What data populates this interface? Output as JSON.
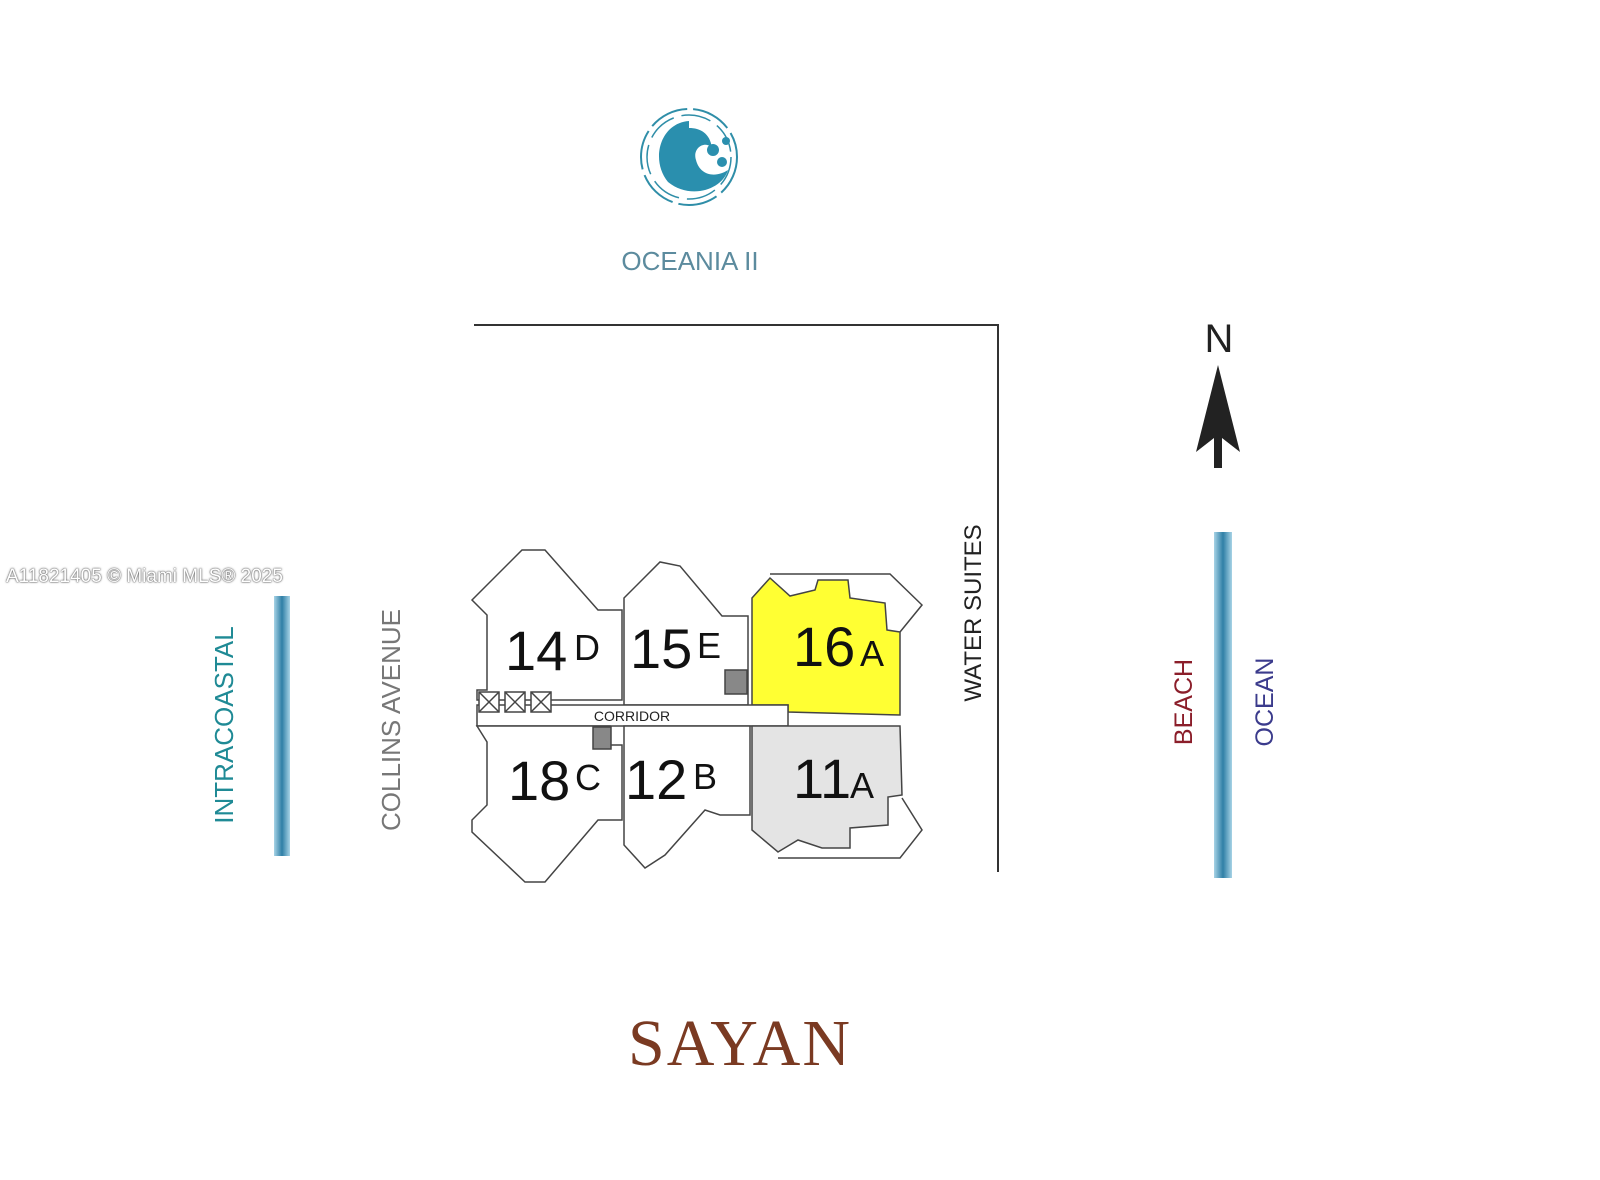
{
  "watermark": "A11821405 © Miami MLS® 2025",
  "top_building": {
    "name": "OCEANIA II",
    "logo_icon": "wave-logo-icon"
  },
  "bottom_building": {
    "name": "SAYAN"
  },
  "labels": {
    "intracoastal": "INTRACOASTAL",
    "collins": "COLLINS AVENUE",
    "water_suites": "WATER SUITES",
    "beach": "BEACH",
    "ocean": "OCEAN",
    "north": "N",
    "corridor": "CORRIDOR"
  },
  "units": [
    {
      "number": "14",
      "letter": "D"
    },
    {
      "number": "15",
      "letter": "E"
    },
    {
      "number": "16",
      "letter": "A",
      "highlighted": true
    },
    {
      "number": "18",
      "letter": "C"
    },
    {
      "number": "12",
      "letter": "B"
    },
    {
      "number": "11",
      "letter": "A",
      "shaded": true
    }
  ],
  "colors": {
    "highlight": "#ffff33",
    "shaded": "#e4e4e4",
    "teal": "#2f8ea8",
    "sayan": "#7a3a22",
    "beach": "#8b1e2a",
    "ocean": "#3b3b8c"
  }
}
